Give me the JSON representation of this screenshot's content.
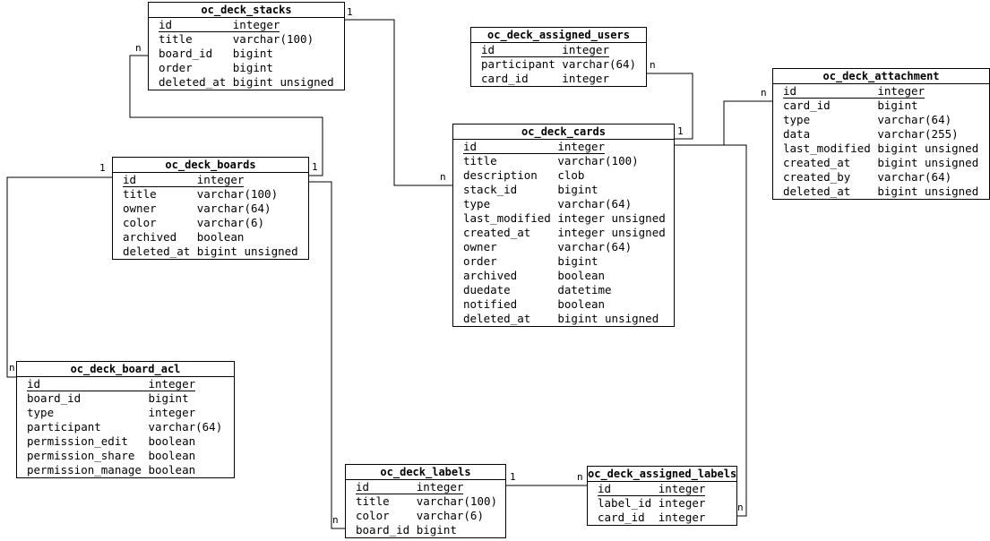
{
  "diagram": {
    "colors": {
      "background": "#ffffff",
      "line": "#000000",
      "text": "#000000"
    },
    "icons": {
      "notnull_bullet": "•",
      "nullable_bullet": "°"
    },
    "entities": [
      {
        "id": "oc_deck_stacks",
        "title": "oc_deck_stacks",
        "columns": [
          {
            "name": "id",
            "type": "integer",
            "pk": true
          },
          {
            "name": "title",
            "type": "varchar(100)"
          },
          {
            "name": "board_id",
            "type": "bigint"
          },
          {
            "name": "order",
            "type": "bigint",
            "nullable": true
          },
          {
            "name": "deleted_at",
            "type": "bigint unsigned"
          }
        ]
      },
      {
        "id": "oc_deck_assigned_users",
        "title": "oc_deck_assigned_users",
        "columns": [
          {
            "name": "id",
            "type": "integer",
            "pk": true
          },
          {
            "name": "participant",
            "type": "varchar(64)"
          },
          {
            "name": "card_id",
            "type": "integer"
          }
        ]
      },
      {
        "id": "oc_deck_attachment",
        "title": "oc_deck_attachment",
        "columns": [
          {
            "name": "id",
            "type": "integer",
            "pk": true
          },
          {
            "name": "card_id",
            "type": "bigint"
          },
          {
            "name": "type",
            "type": "varchar(64)"
          },
          {
            "name": "data",
            "type": "varchar(255)",
            "nullable": true
          },
          {
            "name": "last_modified",
            "type": "bigint unsigned"
          },
          {
            "name": "created_at",
            "type": "bigint unsigned"
          },
          {
            "name": "created_by",
            "type": "varchar(64)"
          },
          {
            "name": "deleted_at",
            "type": "bigint unsigned"
          }
        ]
      },
      {
        "id": "oc_deck_cards",
        "title": "oc_deck_cards",
        "columns": [
          {
            "name": "id",
            "type": "integer",
            "pk": true
          },
          {
            "name": "title",
            "type": "varchar(100)"
          },
          {
            "name": "description",
            "type": "clob"
          },
          {
            "name": "stack_id",
            "type": "bigint"
          },
          {
            "name": "type",
            "type": "varchar(64)"
          },
          {
            "name": "last_modified",
            "type": "integer unsigned"
          },
          {
            "name": "created_at",
            "type": "integer unsigned"
          },
          {
            "name": "owner",
            "type": "varchar(64)"
          },
          {
            "name": "order",
            "type": "bigint",
            "nullable": true
          },
          {
            "name": "archived",
            "type": "boolean"
          },
          {
            "name": "duedate",
            "type": "datetime",
            "nullable": true
          },
          {
            "name": "notified",
            "type": "boolean"
          },
          {
            "name": "deleted_at",
            "type": "bigint unsigned"
          }
        ]
      },
      {
        "id": "oc_deck_boards",
        "title": "oc_deck_boards",
        "columns": [
          {
            "name": "id",
            "type": "integer",
            "pk": true
          },
          {
            "name": "title",
            "type": "varchar(100)"
          },
          {
            "name": "owner",
            "type": "varchar(64)"
          },
          {
            "name": "color",
            "type": "varchar(6)",
            "nullable": true
          },
          {
            "name": "archived",
            "type": "boolean"
          },
          {
            "name": "deleted_at",
            "type": "bigint unsigned"
          }
        ]
      },
      {
        "id": "oc_deck_board_acl",
        "title": "oc_deck_board_acl",
        "columns": [
          {
            "name": "id",
            "type": "integer",
            "pk": true
          },
          {
            "name": "board_id",
            "type": "bigint"
          },
          {
            "name": "type",
            "type": "integer"
          },
          {
            "name": "participant",
            "type": "varchar(64)"
          },
          {
            "name": "permission_edit",
            "type": "boolean"
          },
          {
            "name": "permission_share",
            "type": "boolean"
          },
          {
            "name": "permission_manage",
            "type": "boolean"
          }
        ]
      },
      {
        "id": "oc_deck_labels",
        "title": "oc_deck_labels",
        "columns": [
          {
            "name": "id",
            "type": "integer",
            "pk": true
          },
          {
            "name": "title",
            "type": "varchar(100)",
            "nullable": true
          },
          {
            "name": "color",
            "type": "varchar(6)",
            "nullable": true
          },
          {
            "name": "board_id",
            "type": "bigint"
          }
        ]
      },
      {
        "id": "oc_deck_assigned_labels",
        "title": "oc_deck_assigned_labels",
        "columns": [
          {
            "name": "id",
            "type": "integer",
            "pk": true
          },
          {
            "name": "label_id",
            "type": "integer"
          },
          {
            "name": "card_id",
            "type": "integer"
          }
        ]
      }
    ],
    "connections": [
      {
        "id": "stacks-cards",
        "from_entity": "oc_deck_stacks",
        "to_entity": "oc_deck_cards",
        "from_card": "1",
        "to_card": "n"
      },
      {
        "id": "boards-stacks",
        "from_entity": "oc_deck_boards",
        "to_entity": "oc_deck_stacks",
        "from_card": "1",
        "to_card": "n"
      },
      {
        "id": "boards-acl",
        "from_entity": "oc_deck_boards",
        "to_entity": "oc_deck_board_acl",
        "from_card": "1",
        "to_card": "n"
      },
      {
        "id": "boards-labels",
        "from_entity": "oc_deck_boards",
        "to_entity": "oc_deck_labels",
        "from_card": "",
        "to_card": "n"
      },
      {
        "id": "cards-assigned_users",
        "from_entity": "oc_deck_cards",
        "to_entity": "oc_deck_assigned_users",
        "from_card": "1",
        "to_card": "n"
      },
      {
        "id": "cards-attachment",
        "from_entity": "oc_deck_cards",
        "to_entity": "oc_deck_attachment",
        "from_card": "",
        "to_card": "n"
      },
      {
        "id": "cards-assigned_labels",
        "from_entity": "oc_deck_cards",
        "to_entity": "oc_deck_assigned_labels",
        "from_card": "",
        "to_card": "n"
      },
      {
        "id": "labels-assigned_labels",
        "from_entity": "oc_deck_labels",
        "to_entity": "oc_deck_assigned_labels",
        "from_card": "1",
        "to_card": "n"
      }
    ]
  }
}
